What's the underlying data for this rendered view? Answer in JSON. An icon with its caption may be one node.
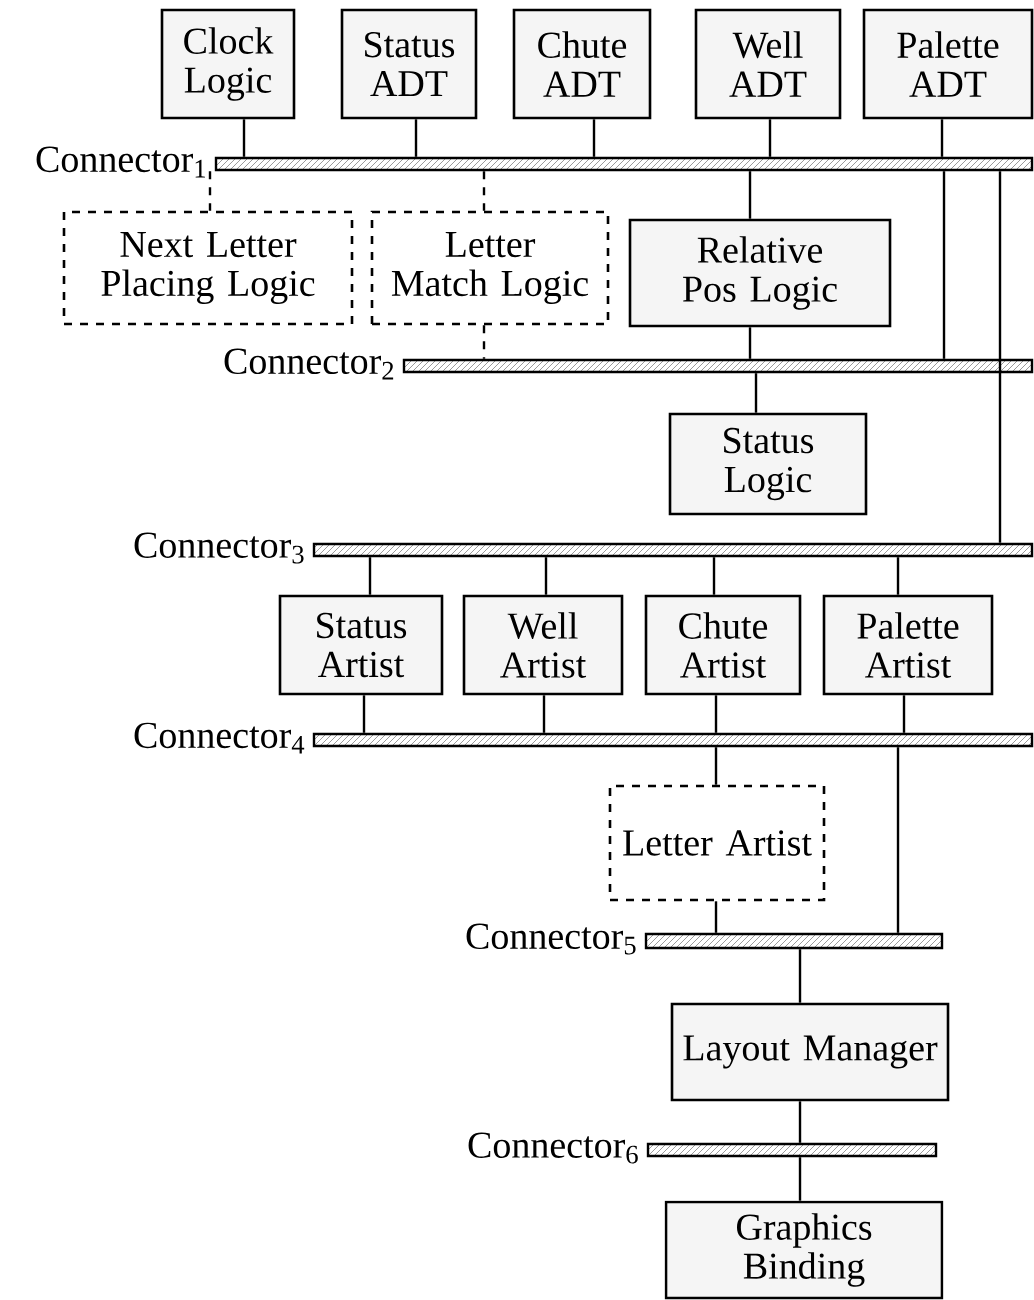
{
  "diagram": {
    "nodes": [
      {
        "text": [
          "Clock Logic"
        ]
      },
      {
        "text": [
          "Status ADT"
        ]
      },
      {
        "text": [
          "Chute ADT"
        ]
      },
      {
        "text": [
          "Well ADT"
        ]
      },
      {
        "text": [
          "Palette ADT"
        ]
      },
      {
        "text": [],
        "shape": "bar",
        "beside": [
          "Connector$_{1}$"
        ]
      },
      {
        "text": [
          "Next Letter Placing Logic"
        ]
      },
      {
        "text": [
          "Letter Match Logic"
        ]
      },
      {
        "text": [
          "Relative Pos Logic"
        ]
      },
      {
        "text": [],
        "shape": "bar",
        "beside": [
          "Connector$_{2}$"
        ]
      },
      {
        "text": [
          "Status Logic"
        ]
      },
      {
        "text": [],
        "shape": "bar",
        "beside": [
          "Connector$_{3}$"
        ]
      },
      {
        "text": [
          "Status Artist"
        ]
      },
      {
        "text": [
          "Well Artist"
        ]
      },
      {
        "text": [
          "Chute Artist"
        ]
      },
      {
        "text": [
          "Palette Artist"
        ]
      },
      {
        "text": [],
        "shape": "bar",
        "beside": [
          "Connector$_{4}$"
        ]
      },
      {
        "text": [
          "Letter Artist"
        ]
      },
      {
        "text": [],
        "shape": "bar",
        "beside": [
          "Connector$_{5}$"
        ]
      },
      {
        "text": [
          "Layout Manager"
        ]
      },
      {
        "text": [],
        "shape": "bar",
        "beside": [
          "Connector$_{6}$"
        ]
      },
      {
        "text": [
          "Graphics Binding"
        ]
      }
    ],
    "edges": [
      {
        "from": 0,
        "to": 5,
        "arrow": "none"
      },
      {
        "from": 1,
        "to": 5,
        "arrow": "none"
      },
      {
        "from": 2,
        "to": 5,
        "arrow": "none"
      },
      {
        "from": 3,
        "to": 5,
        "arrow": "none"
      },
      {
        "from": 4,
        "to": 5,
        "arrow": "none"
      },
      {
        "from": 5,
        "to": 6,
        "arrow": "none",
        "style": "dashed"
      },
      {
        "from": 5,
        "to": 7,
        "arrow": "none",
        "style": "dashed"
      },
      {
        "from": 5,
        "to": 8,
        "arrow": "none"
      },
      {
        "from": 5,
        "to": 9,
        "arrow": "none"
      },
      {
        "from": 5,
        "to": 11,
        "arrow": "none"
      },
      {
        "from": 7,
        "to": 9,
        "arrow": "none",
        "style": "dashed"
      },
      {
        "from": 8,
        "to": 9,
        "arrow": "none"
      },
      {
        "from": 9,
        "to": 10,
        "arrow": "none"
      },
      {
        "from": 11,
        "to": 12,
        "arrow": "none"
      },
      {
        "from": 11,
        "to": 13,
        "arrow": "none"
      },
      {
        "from": 11,
        "to": 14,
        "arrow": "none"
      },
      {
        "from": 11,
        "to": 15,
        "arrow": "none"
      },
      {
        "from": 12,
        "to": 16,
        "arrow": "none"
      },
      {
        "from": 13,
        "to": 16,
        "arrow": "none"
      },
      {
        "from": 14,
        "to": 16,
        "arrow": "none"
      },
      {
        "from": 15,
        "to": 16,
        "arrow": "none"
      },
      {
        "from": 16,
        "to": 17,
        "arrow": "none"
      },
      {
        "from": 16,
        "to": 18,
        "arrow": "none"
      },
      {
        "from": 17,
        "to": 18,
        "arrow": "none"
      },
      {
        "from": 18,
        "to": 19,
        "arrow": "none"
      },
      {
        "from": 19,
        "to": 20,
        "arrow": "none"
      },
      {
        "from": 20,
        "to": 21,
        "arrow": "none"
      }
    ]
  }
}
